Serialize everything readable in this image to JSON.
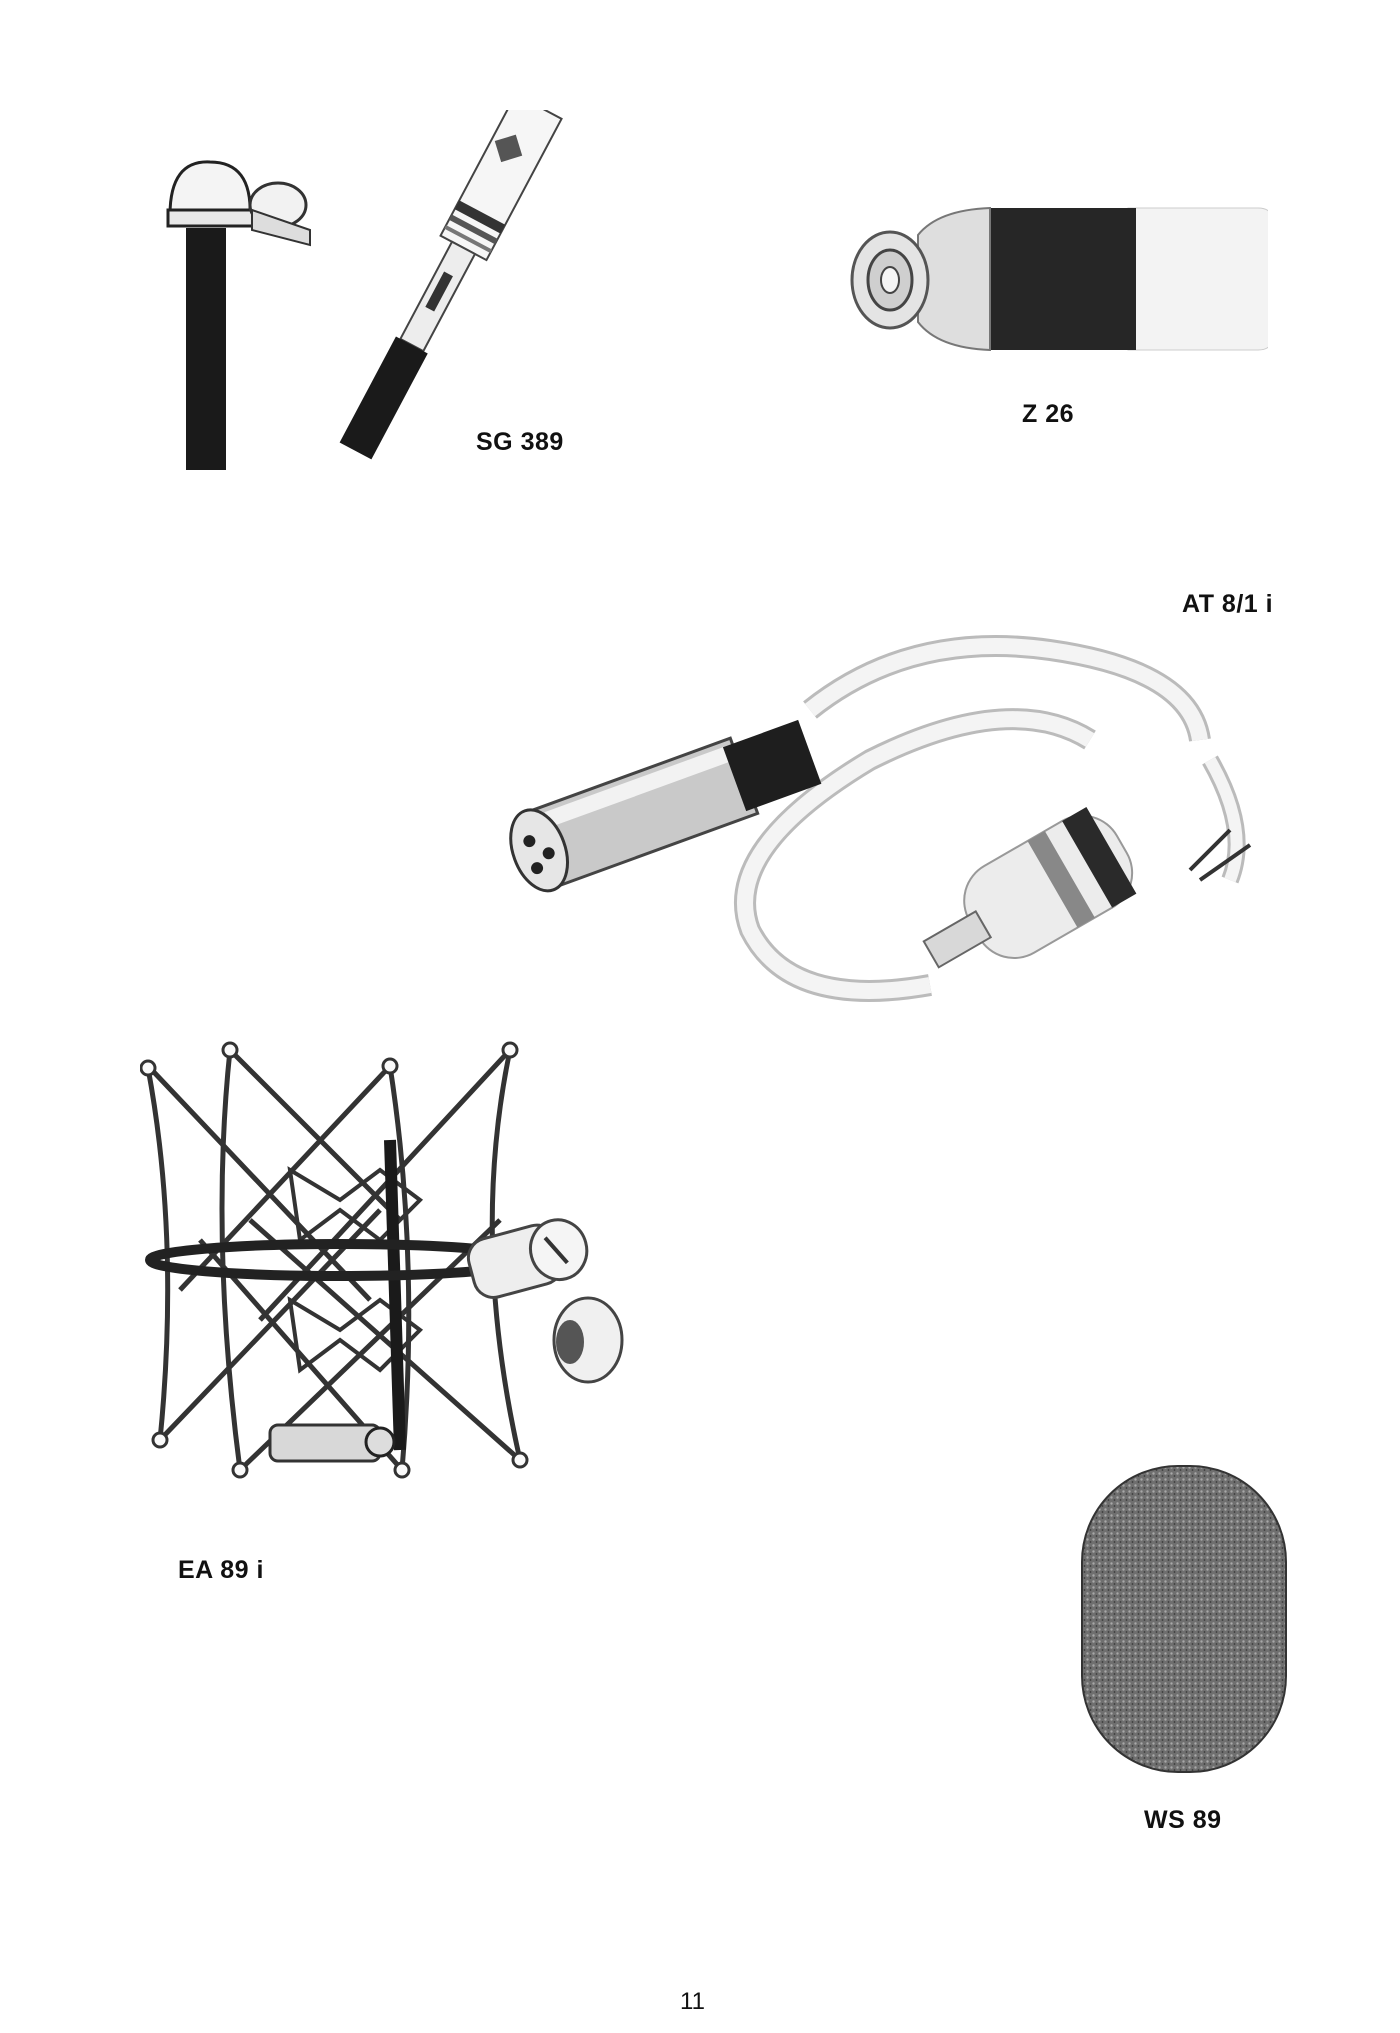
{
  "page": {
    "number": "11"
  },
  "items": [
    {
      "caption": "SG 389",
      "icon": "stand-mount-icon"
    },
    {
      "caption": "Z 26",
      "icon": "adapter-icon"
    },
    {
      "caption": "AT 8/1 i",
      "icon": "cable-adapter-icon"
    },
    {
      "caption": "EA 89 i",
      "icon": "shock-mount-icon"
    },
    {
      "caption": "WS 89",
      "icon": "windscreen-icon"
    }
  ]
}
